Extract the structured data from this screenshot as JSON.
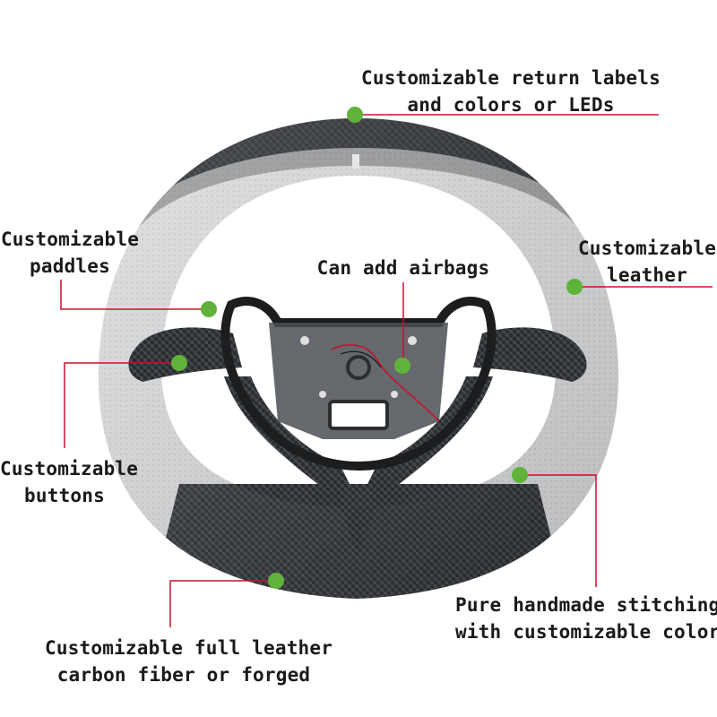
{
  "image": {
    "subject": "steering-wheel",
    "colors": {
      "carbon": "#2b2d30",
      "carbon_light": "#4a4d52",
      "leather": "#d9dadb",
      "leather_shade": "#b8babc",
      "callout_line": "#c8102e",
      "callout_dot": "#5fb33a",
      "text": "#1a1a1a"
    }
  },
  "callouts": {
    "return_labels": {
      "line1": "Customizable return labels",
      "line2": "and colors or LEDs"
    },
    "paddles": {
      "line1": "Customizable",
      "line2": "paddles"
    },
    "airbags": {
      "line1": "Can add airbags"
    },
    "leather": {
      "line1": "Customizable",
      "line2": "leather"
    },
    "buttons": {
      "line1": "Customizable",
      "line2": "buttons"
    },
    "stitching": {
      "line1": "Pure handmade stitching",
      "line2": "with customizable colors"
    },
    "full_leather": {
      "line1": "Customizable full leather",
      "line2": "carbon fiber or forged"
    }
  }
}
